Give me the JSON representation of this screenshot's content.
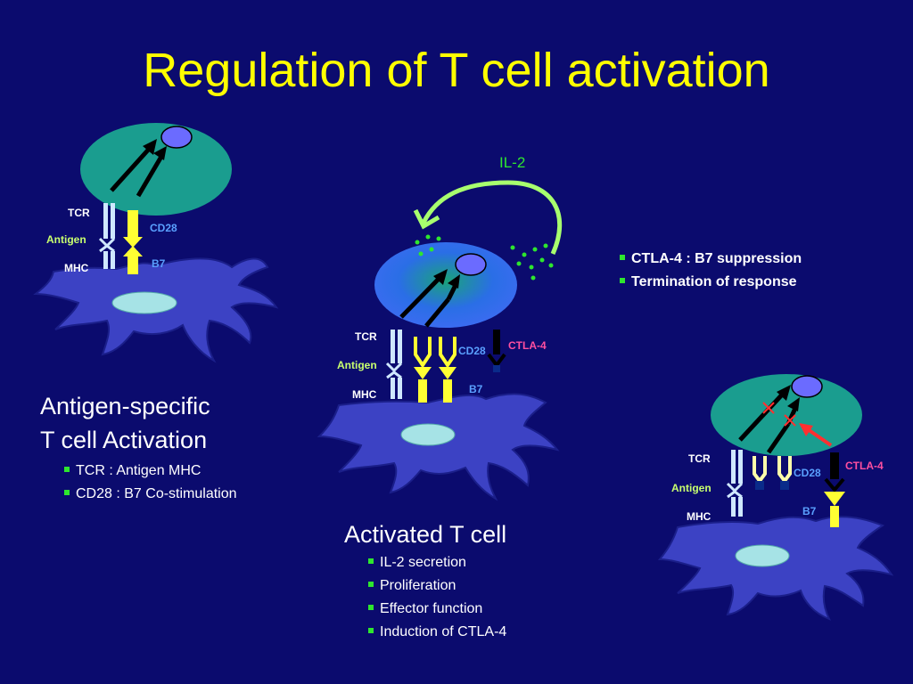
{
  "title": "Regulation of T cell activation",
  "panel1": {
    "heading_line1": "Antigen-specific",
    "heading_line2": "T cell Activation",
    "bullets": [
      "TCR : Antigen MHC",
      "CD28 : B7 Co-stimulation"
    ],
    "labels": {
      "tcr": "TCR",
      "antigen": "Antigen",
      "mhc": "MHC",
      "cd28": "CD28",
      "b7": "B7"
    }
  },
  "panel2": {
    "heading": "Activated T cell",
    "bullets": [
      "IL-2 secretion",
      "Proliferation",
      "Effector function",
      "Induction of CTLA-4"
    ],
    "il2": "IL-2",
    "labels": {
      "tcr": "TCR",
      "antigen": "Antigen",
      "mhc": "MHC",
      "cd28": "CD28",
      "b7": "B7",
      "ctla4": "CTLA-4"
    }
  },
  "panel3": {
    "bullets": [
      "CTLA-4 : B7 suppression",
      "Termination of response"
    ],
    "labels": {
      "tcr": "TCR",
      "antigen": "Antigen",
      "mhc": "MHC",
      "cd28": "CD28",
      "b7": "B7",
      "ctla4": "CTLA-4"
    }
  },
  "colors": {
    "background": "#0b0b6e",
    "title": "#ffff00",
    "t_cell_teal": "#1a9d8f",
    "t_cell_activated": "#2f6fe8",
    "dendritic_cell": "#3c42c4",
    "receptor_yellow": "#ffff33",
    "il2_green": "#2ee62e",
    "ctla4_pink": "#ff4fa0",
    "label_blue": "#5aa0ff",
    "antigen_green": "#c8ff6e"
  }
}
